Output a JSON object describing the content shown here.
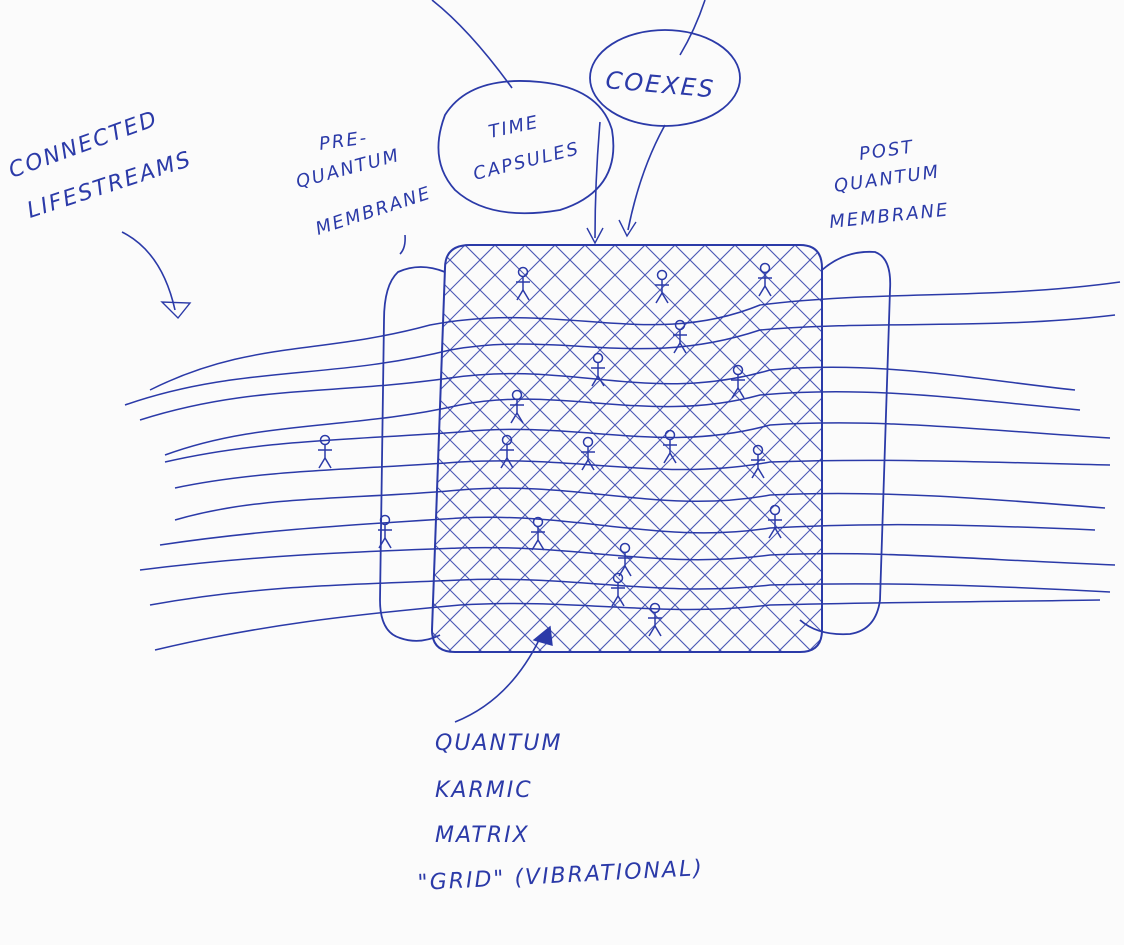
{
  "labels": {
    "connected_line1": "CONNECTED",
    "connected_line2": "LIFESTREAMS",
    "pre_line1": "PRE-",
    "pre_line2": "QUANTUM",
    "pre_line3": "MEMBRANE",
    "post_line1": "POST",
    "post_line2": "QUANTUM",
    "post_line3": "MEMBRANE",
    "time_line1": "TIME",
    "time_line2": "CAPSULES",
    "coexes": "COEXES",
    "quantum_line1": "QUANTUM",
    "quantum_line2": "KARMIC",
    "quantum_line3": "MATRIX",
    "quantum_line4": "\"GRID\" (VIBRATIONAL)"
  },
  "colors": {
    "ink": "#2b3aa8",
    "paper": "#fbfbfb"
  }
}
